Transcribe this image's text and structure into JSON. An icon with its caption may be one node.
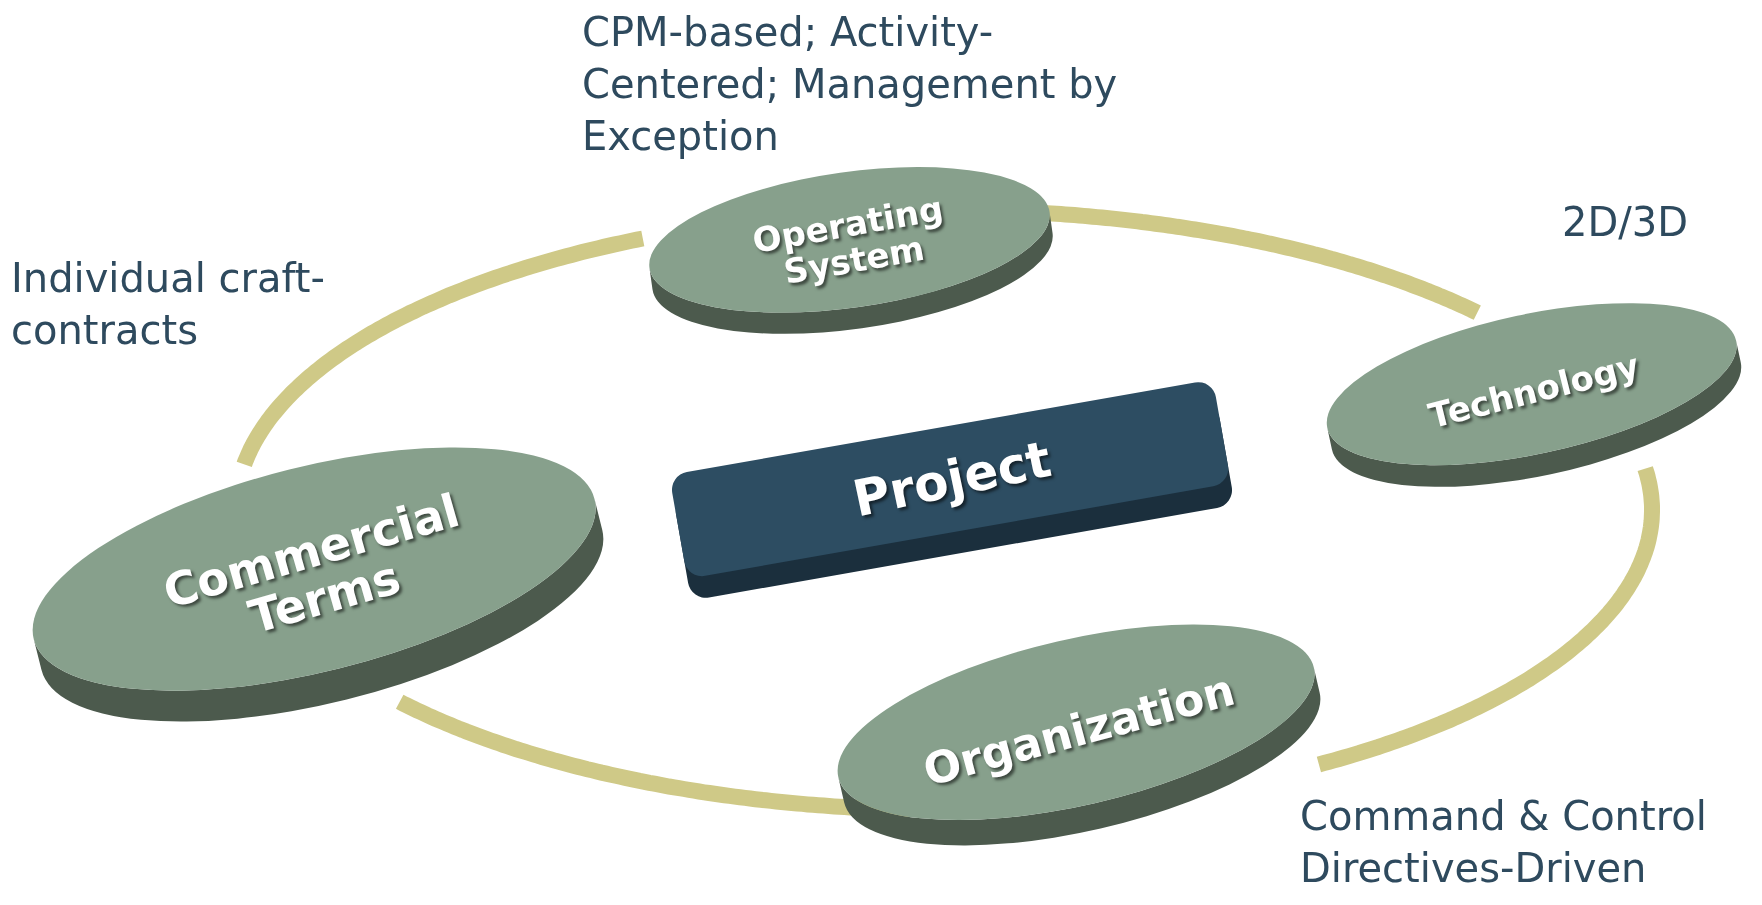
{
  "diagram": {
    "nodes": [
      {
        "text": [
          "Operating System"
        ],
        "beside": [
          "CPM-based; Activity-Centered; Management by Exception"
        ]
      },
      {
        "text": [
          "Technology"
        ],
        "beside": [
          "2D/3D"
        ]
      },
      {
        "text": [
          "Project"
        ]
      },
      {
        "text": [
          "Commercial Terms"
        ],
        "beside": [
          "Individual craft-contracts"
        ]
      },
      {
        "text": [
          "Organization"
        ],
        "beside": [
          "Command & Control",
          "Directives-Driven"
        ]
      }
    ],
    "edges": [
      {
        "from": 0,
        "to": 1,
        "arrow": "none"
      },
      {
        "from": 1,
        "to": 4,
        "arrow": "none"
      },
      {
        "from": 4,
        "to": 3,
        "arrow": "none"
      },
      {
        "from": 3,
        "to": 0,
        "arrow": "none"
      }
    ]
  }
}
